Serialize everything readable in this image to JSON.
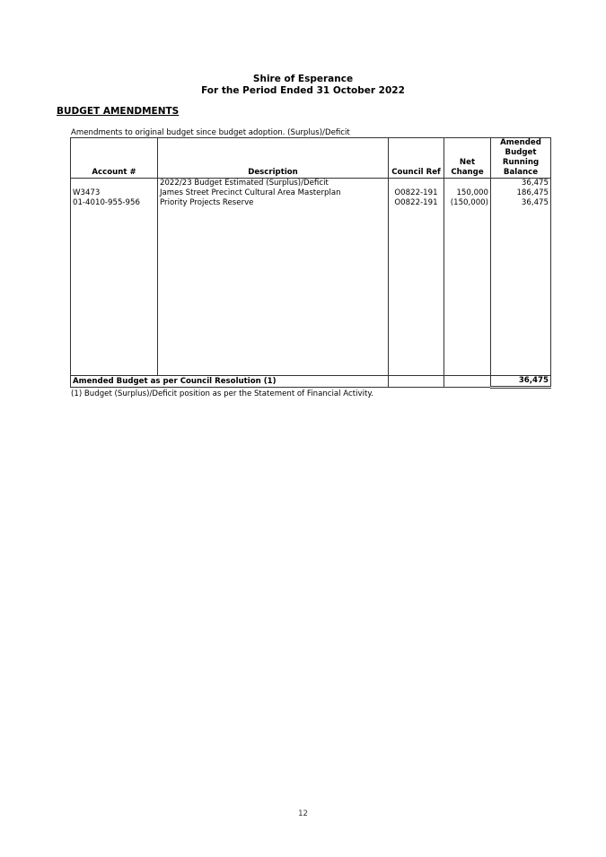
{
  "header": {
    "org": "Shire of Esperance",
    "period": "For the Period Ended 31 October 2022"
  },
  "section_title": "BUDGET AMENDMENTS",
  "intro": "Amendments to original budget since budget adoption. (Surplus)/Deficit",
  "table": {
    "columns": {
      "account": "Account #",
      "description": "Description",
      "council_ref": "Council Ref",
      "net_change_1": "Net",
      "net_change_2": "Change",
      "balance_1": "Amended",
      "balance_2": "Budget",
      "balance_3": "Running",
      "balance_4": "Balance"
    },
    "rows": [
      {
        "account": "",
        "description": "2022/23 Budget Estimated (Surplus)/Deficit",
        "council_ref": "",
        "net_change": "",
        "balance": "36,475"
      },
      {
        "account": "W3473",
        "description": "James Street Precinct Cultural Area Masterplan",
        "council_ref": "O0822-191",
        "net_change": "150,000",
        "balance": "186,475"
      },
      {
        "account": "01-4010-955-956",
        "description": "Priority Projects Reserve",
        "council_ref": "O0822-191",
        "net_change": "(150,000)",
        "balance": "36,475"
      }
    ],
    "total": {
      "label": "Amended Budget as per Council Resolution (1)",
      "balance": "36,475"
    }
  },
  "footnote": "(1) Budget (Surplus)/Deficit position as per the Statement of Financial Activity.",
  "page_number": "12"
}
